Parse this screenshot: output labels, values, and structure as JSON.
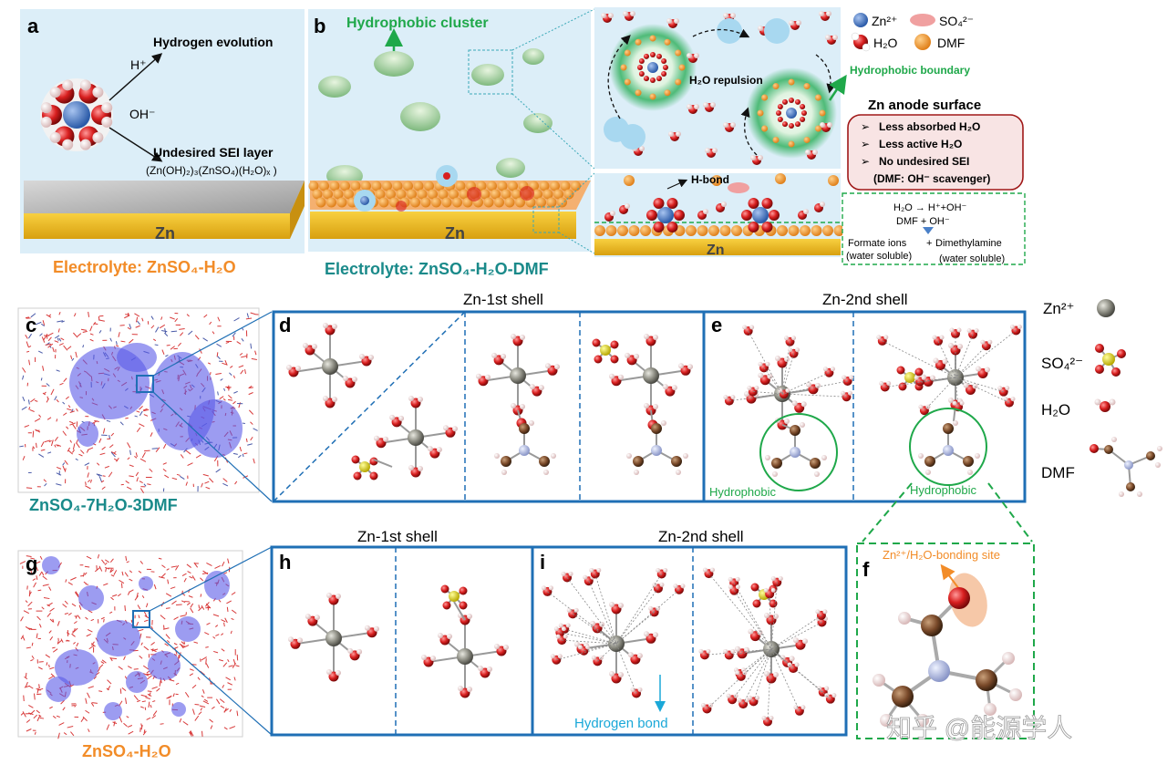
{
  "panel_labels": {
    "a": "a",
    "b": "b",
    "c": "c",
    "d": "d",
    "e": "e",
    "f": "f",
    "g": "g",
    "h": "h",
    "i": "i"
  },
  "panel_a": {
    "h_plus": "H⁺",
    "oh_minus": "OH⁻",
    "hydrogen_evolution": "Hydrogen evolution",
    "undesired_sei": "Undesired SEI layer",
    "sei_formula": "(Zn(OH)₂)₃(ZnSO₄)(H₂O)ₓ )",
    "zn": "Zn",
    "electrolyte": "Electrolyte: ZnSO₄-H₂O"
  },
  "panel_b": {
    "hydrophobic_cluster": "Hydrophobic cluster",
    "zn": "Zn",
    "electrolyte": "Electrolyte: ZnSO₄-H₂O-DMF",
    "h2o_repulsion": "H₂O repulsion",
    "hydrophobic_boundary": "Hydrophobic boundary",
    "h_bond": "H-bond",
    "zn_bottom": "Zn"
  },
  "legend_top": {
    "zn": "Zn²⁺",
    "so4": "SO₄²⁻",
    "h2o": "H₂O",
    "dmf": "DMF"
  },
  "anode_box": {
    "title": "Zn anode surface",
    "items": [
      "Less absorbed H₂O",
      "Less active H₂O",
      "No undesired SEI"
    ],
    "note": "(DMF: OH⁻ scavenger)"
  },
  "reaction_box": {
    "line1": "H₂O → H⁺+OH⁻",
    "line2": "DMF + OH⁻",
    "product1": "Formate ions",
    "plus": "+",
    "product2": "Dimethylamine",
    "sol1": "(water soluble)",
    "sol2": "(water soluble)"
  },
  "panel_c": {
    "caption": "ZnSO₄-7H₂O-3DMF"
  },
  "panel_g": {
    "caption": "ZnSO₄-H₂O"
  },
  "row2": {
    "first_shell": "Zn-1st shell",
    "second_shell": "Zn-2nd shell",
    "hydrophobic_1": "Hydrophobic",
    "hydrophobic_2": "Hydrophobic"
  },
  "row3": {
    "first_shell": "Zn-1st shell",
    "second_shell": "Zn-2nd shell",
    "hydrogen_bond": "Hydrogen bond",
    "binding_site": "Zn²⁺/H₂O-bonding site"
  },
  "legend_right": {
    "zn": "Zn²⁺",
    "so4": "SO₄²⁻",
    "h2o": "H₂O",
    "dmf": "DMF"
  },
  "watermark": "知乎 @能源学人",
  "colors": {
    "zn_orange": "#f28c28",
    "teal": "#1a8a8a",
    "green": "#1fa84a",
    "blue_frame": "#1f6fb5",
    "oxygen": "#d81f1f",
    "zinc_atom": "#8a8a80"
  }
}
